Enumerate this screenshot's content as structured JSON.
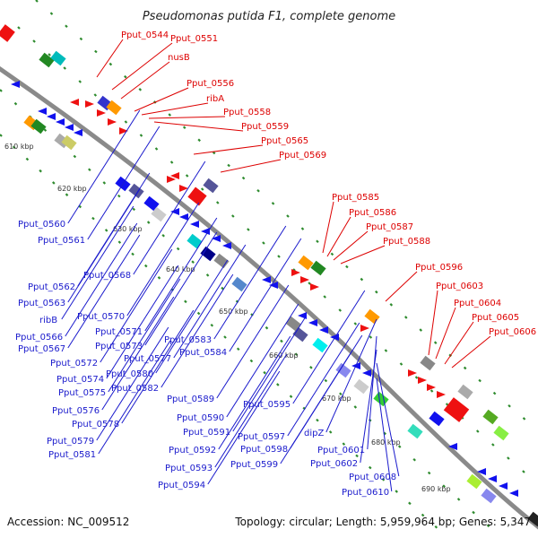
{
  "title": "Pseudomonas putida F1, complete genome",
  "footer": {
    "accession": "Accession: NC_009512",
    "summary": "Topology: circular; Length: 5,959,964 bp; Genes: 5,347"
  },
  "colors": {
    "forward_label": "#dd0000",
    "reverse_label": "#1a1acc",
    "backbone": "#8a8a8a",
    "dots": "#2e8b2e"
  },
  "ticks": [
    "610 kbp",
    "620 kbp",
    "630 kbp",
    "640 kbp",
    "650 kbp",
    "660 kbp",
    "670 kbp",
    "680 kbp",
    "690 kbp"
  ],
  "forward_labels": [
    "Pput_0544",
    "Pput_0551",
    "nusB",
    "Pput_0556",
    "ribA",
    "Pput_0558",
    "Pput_0559",
    "Pput_0565",
    "Pput_0569",
    "Pput_0585",
    "Pput_0586",
    "Pput_0587",
    "Pput_0588",
    "Pput_0596",
    "Pput_0603",
    "Pput_0604",
    "Pput_0605",
    "Pput_0606"
  ],
  "reverse_labels": [
    "Pput_0560",
    "Pput_0561",
    "Pput_0562",
    "Pput_0568",
    "Pput_0563",
    "ribB",
    "Pput_0570",
    "Pput_0566",
    "Pput_0571",
    "Pput_0567",
    "Pput_0573",
    "Pput_0572",
    "Pput_0577",
    "Pput_0583",
    "Pput_0574",
    "Pput_0580",
    "Pput_0584",
    "Pput_0575",
    "Pput_0582",
    "Pput_0576",
    "Pput_0578",
    "Pput_0589",
    "Pput_0579",
    "Pput_0590",
    "Pput_0595",
    "Pput_0581",
    "Pput_0591",
    "Pput_0597",
    "dipZ",
    "Pput_0592",
    "Pput_0598",
    "Pput_0601",
    "Pput_0593",
    "Pput_0599",
    "Pput_0602",
    "Pput_0594",
    "Pput_0608",
    "Pput_0610"
  ]
}
